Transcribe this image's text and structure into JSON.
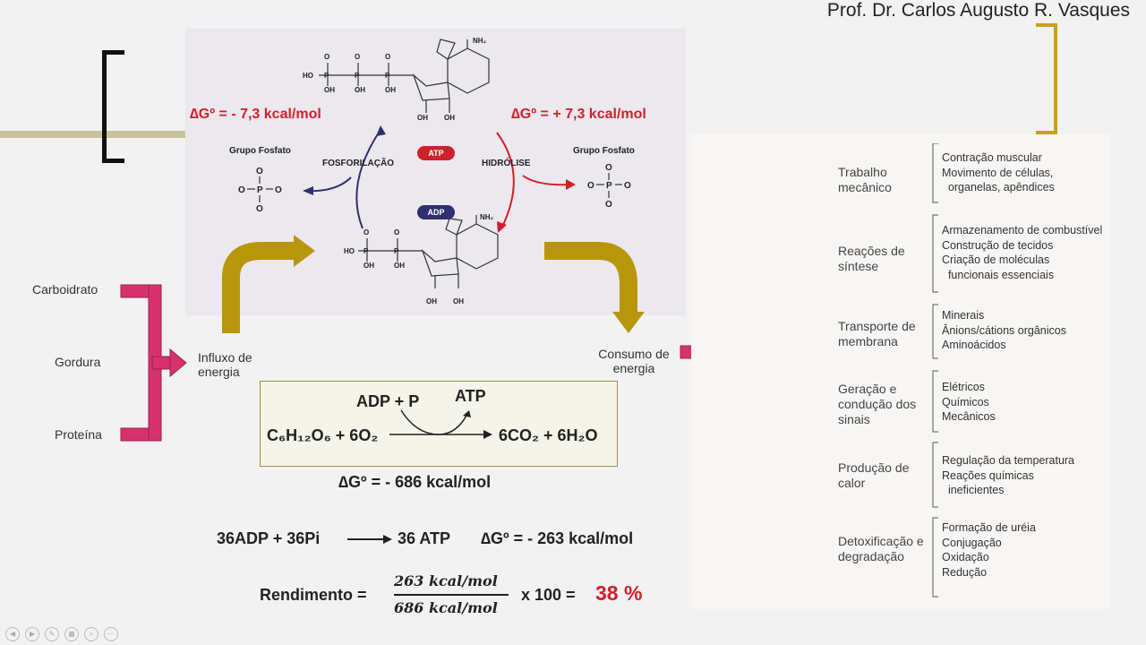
{
  "author": "Prof. Dr. Carlos Augusto R. Vasques",
  "cycle": {
    "dg_left": "∆Gº = - 7,3 kcal/mol",
    "dg_right": "∆Gº = + 7,3 kcal/mol",
    "phosphate_left": "Grupo Fosfato",
    "phosphate_right": "Grupo Fosfato",
    "fosforilacao": "FOSFORILAÇÃO",
    "hidrolise": "HIDRÓLISE",
    "atp": "ATP",
    "adp": "ADP",
    "nh2": "NH₂",
    "oh": "OH"
  },
  "sources": [
    "Carboidrato",
    "Gordura",
    "Proteína"
  ],
  "influx": "Influxo de energia",
  "consumo": "Consumo de energia",
  "equation": {
    "adp_p": "ADP + P",
    "atp": "ATP",
    "reactant": "C₆H₁₂O₆ + 6O₂",
    "product": "6CO₂ + 6H₂O",
    "dg": "∆Gº = - 686 kcal/mol",
    "atp_synth_left": "36ADP + 36Pi",
    "atp_synth_right": "36 ATP",
    "atp_synth_dg": "∆Gº = - 263 kcal/mol",
    "rendimento_label": "Rendimento =",
    "numerator": "263 kcal/mol",
    "denominator": "686 kcal/mol",
    "times": "x 100 =",
    "result": "38 %"
  },
  "uses": [
    {
      "category": "Trabalho mecânico",
      "items": "Contração muscular\nMovimento de células,\n  organelas, apêndices"
    },
    {
      "category": "Reações de síntese",
      "items": "Armazenamento de combustível\nConstrução de tecidos\nCriação de moléculas\n  funcionais essenciais"
    },
    {
      "category": "Transporte de membrana",
      "items": "Minerais\nÂnions/cátions orgânicos\nAminoácidos"
    },
    {
      "category": "Geração e condução dos sinais",
      "items": "Elétricos\nQuímicos\nMecânicos"
    },
    {
      "category": "Produção de calor",
      "items": "Regulação da temperatura\nReações químicas\n  ineficientes"
    },
    {
      "category": "Detoxificação e degradação",
      "items": "Formação de uréia\nConjugação\nOxidação\nRedução"
    }
  ],
  "colors": {
    "magenta": "#d6336c",
    "gold": "#b8960c",
    "red": "#d0202a",
    "navy": "#2d2f6e"
  }
}
